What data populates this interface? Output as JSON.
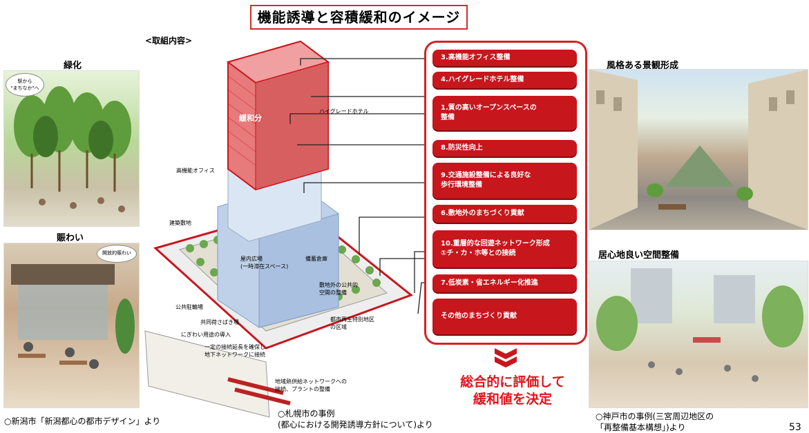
{
  "title": "機能誘導と容積緩和のイメージ",
  "subtitle": "<取組内容>",
  "left": {
    "green_label": "緑化",
    "green_bubble": "駅から\n\"まちなか\"へ",
    "lively_label": "賑わい",
    "lively_bubble": "開放的賑わい",
    "caption": "○新潟市「新潟都心の都市デザイン」より"
  },
  "right": {
    "landscape_label": "風格ある景観形成",
    "comfort_label": "居心地良い空間整備",
    "caption_line1": "○神戸市の事例(三宮周辺地区の",
    "caption_line2": "「再整備基本構想」)より",
    "page_number": "53"
  },
  "building": {
    "relaxed_label": "緩和分",
    "hotel_label": "ハイグレードホテル",
    "office_label": "高機能オフィス",
    "site_label": "建築敷地",
    "indoor_plaza_label": "屋内広場\n(一時滞在スペース)",
    "storage_label": "備蓄倉庫",
    "public_space_label": "敷地外の公共的\n空間の整備",
    "parking_label": "公共駐輪場",
    "loading_label": "共同荷さばき場",
    "lively_use_label": "にぎわい用途の導入",
    "underground_label": "一定の接続延長を確保し\n地下ネットワークに接続",
    "district_label": "都市再生特別地区\nの区域",
    "heating_label": "地域熱供給ネットワークへの\n接続、プラントの整備"
  },
  "center_caption_line1": "○札幌市の事例",
  "center_caption_line2": "(都心における開発誘導方針について)より",
  "measures": [
    {
      "text": "3.高機能オフィス整備"
    },
    {
      "text": "4.ハイグレードホテル整備"
    },
    {
      "text": "1.質の高いオープンスペースの\n整備"
    },
    {
      "text": "8.防災性向上"
    },
    {
      "text": "9.交通施設整備による良好な\n歩行環境整備"
    },
    {
      "text": "6.敷地外のまちづくり貢献"
    },
    {
      "text": "10.重層的な回遊ネットワーク形成\n①チ・カ・ホ等との接続"
    },
    {
      "text": "7.低炭素・省エネルギー化推進"
    },
    {
      "text": "その他のまちづくり貢献"
    }
  ],
  "conclusion_line1": "総合的に評価して",
  "conclusion_line2": "緩和値を決定",
  "colors": {
    "accent": "#c8161d",
    "conclusion": "#e0141b"
  }
}
